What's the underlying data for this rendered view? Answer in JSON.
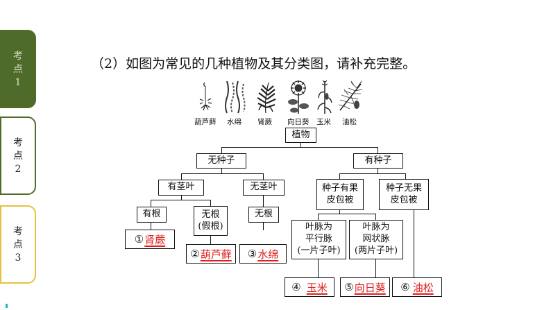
{
  "tabs": [
    {
      "label": "考\n点\n1",
      "state": "active"
    },
    {
      "label": "考\n点\n2",
      "state": "green"
    },
    {
      "label": "考\n点\n3",
      "state": "yellow"
    }
  ],
  "question": "（2）如图为常见的几种植物及其分类图，请补充完整。",
  "plants": [
    "葫芦藓",
    "水绵",
    "肾蕨",
    "向日葵",
    "玉米",
    "油松"
  ],
  "tree": {
    "root": "植物",
    "no_seed": "无种子",
    "has_seed": "有种子",
    "has_stem_leaf": "有茎叶",
    "no_stem_leaf": "无茎叶",
    "seed_covered": "种子有果\n皮包被",
    "seed_naked": "种子无果\n皮包被",
    "has_root": "有根",
    "no_root_fake": "无根\n(假根)",
    "no_root": "无根",
    "parallel_vein": "叶脉为\n平行脉\n(一片子叶)",
    "net_vein": "叶脉为\n网状脉\n(两片子叶)"
  },
  "answers": [
    {
      "num": "①",
      "value": "肾蕨"
    },
    {
      "num": "②",
      "value": "葫芦藓"
    },
    {
      "num": "③",
      "value": "水绵"
    },
    {
      "num": "④",
      "value": "玉米"
    },
    {
      "num": "⑤",
      "value": "向日葵"
    },
    {
      "num": "⑥",
      "value": "油松"
    }
  ],
  "colors": {
    "answer": "#e02020",
    "tab_active": "#4e6b2a",
    "tab_yellow": "#e5c13f",
    "accent": "#21b3c9"
  }
}
